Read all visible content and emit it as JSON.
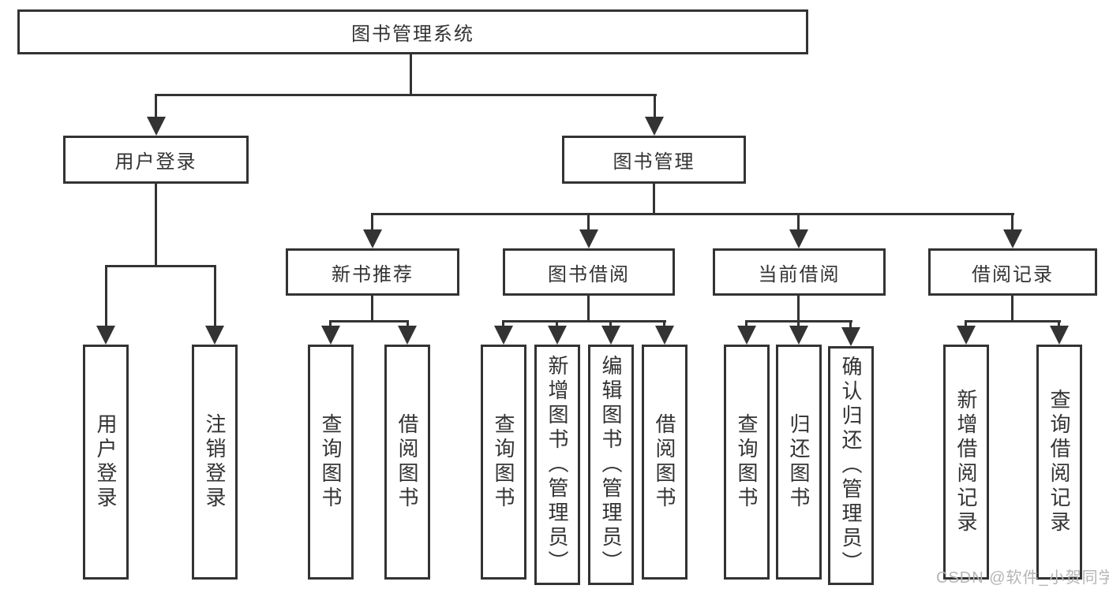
{
  "diagram": {
    "root": {
      "label": "图书管理系统"
    },
    "user_login": {
      "label": "用户登录",
      "children": [
        {
          "label": "用户登录"
        },
        {
          "label": "注销登录"
        }
      ]
    },
    "book_management": {
      "label": "图书管理",
      "groups": [
        {
          "label": "新书推荐",
          "children": [
            {
              "label": "查询图书"
            },
            {
              "label": "借阅图书"
            }
          ]
        },
        {
          "label": "图书借阅",
          "children": [
            {
              "label": "查询图书"
            },
            {
              "label": "新增图书（管理员）"
            },
            {
              "label": "编辑图书（管理员）"
            },
            {
              "label": "借阅图书"
            }
          ]
        },
        {
          "label": "当前借阅",
          "children": [
            {
              "label": "查询图书"
            },
            {
              "label": "归还图书"
            },
            {
              "label": "确认归还（管理员）"
            }
          ]
        },
        {
          "label": "借阅记录",
          "children": [
            {
              "label": "新增借阅记录"
            },
            {
              "label": "查询借阅记录"
            }
          ]
        }
      ]
    }
  },
  "watermark": {
    "text": "CSDN @软件_小贺同学"
  },
  "colors": {
    "line": "#333333",
    "text": "#333333",
    "background": "#ffffff",
    "watermark": "#b5b5b5"
  }
}
